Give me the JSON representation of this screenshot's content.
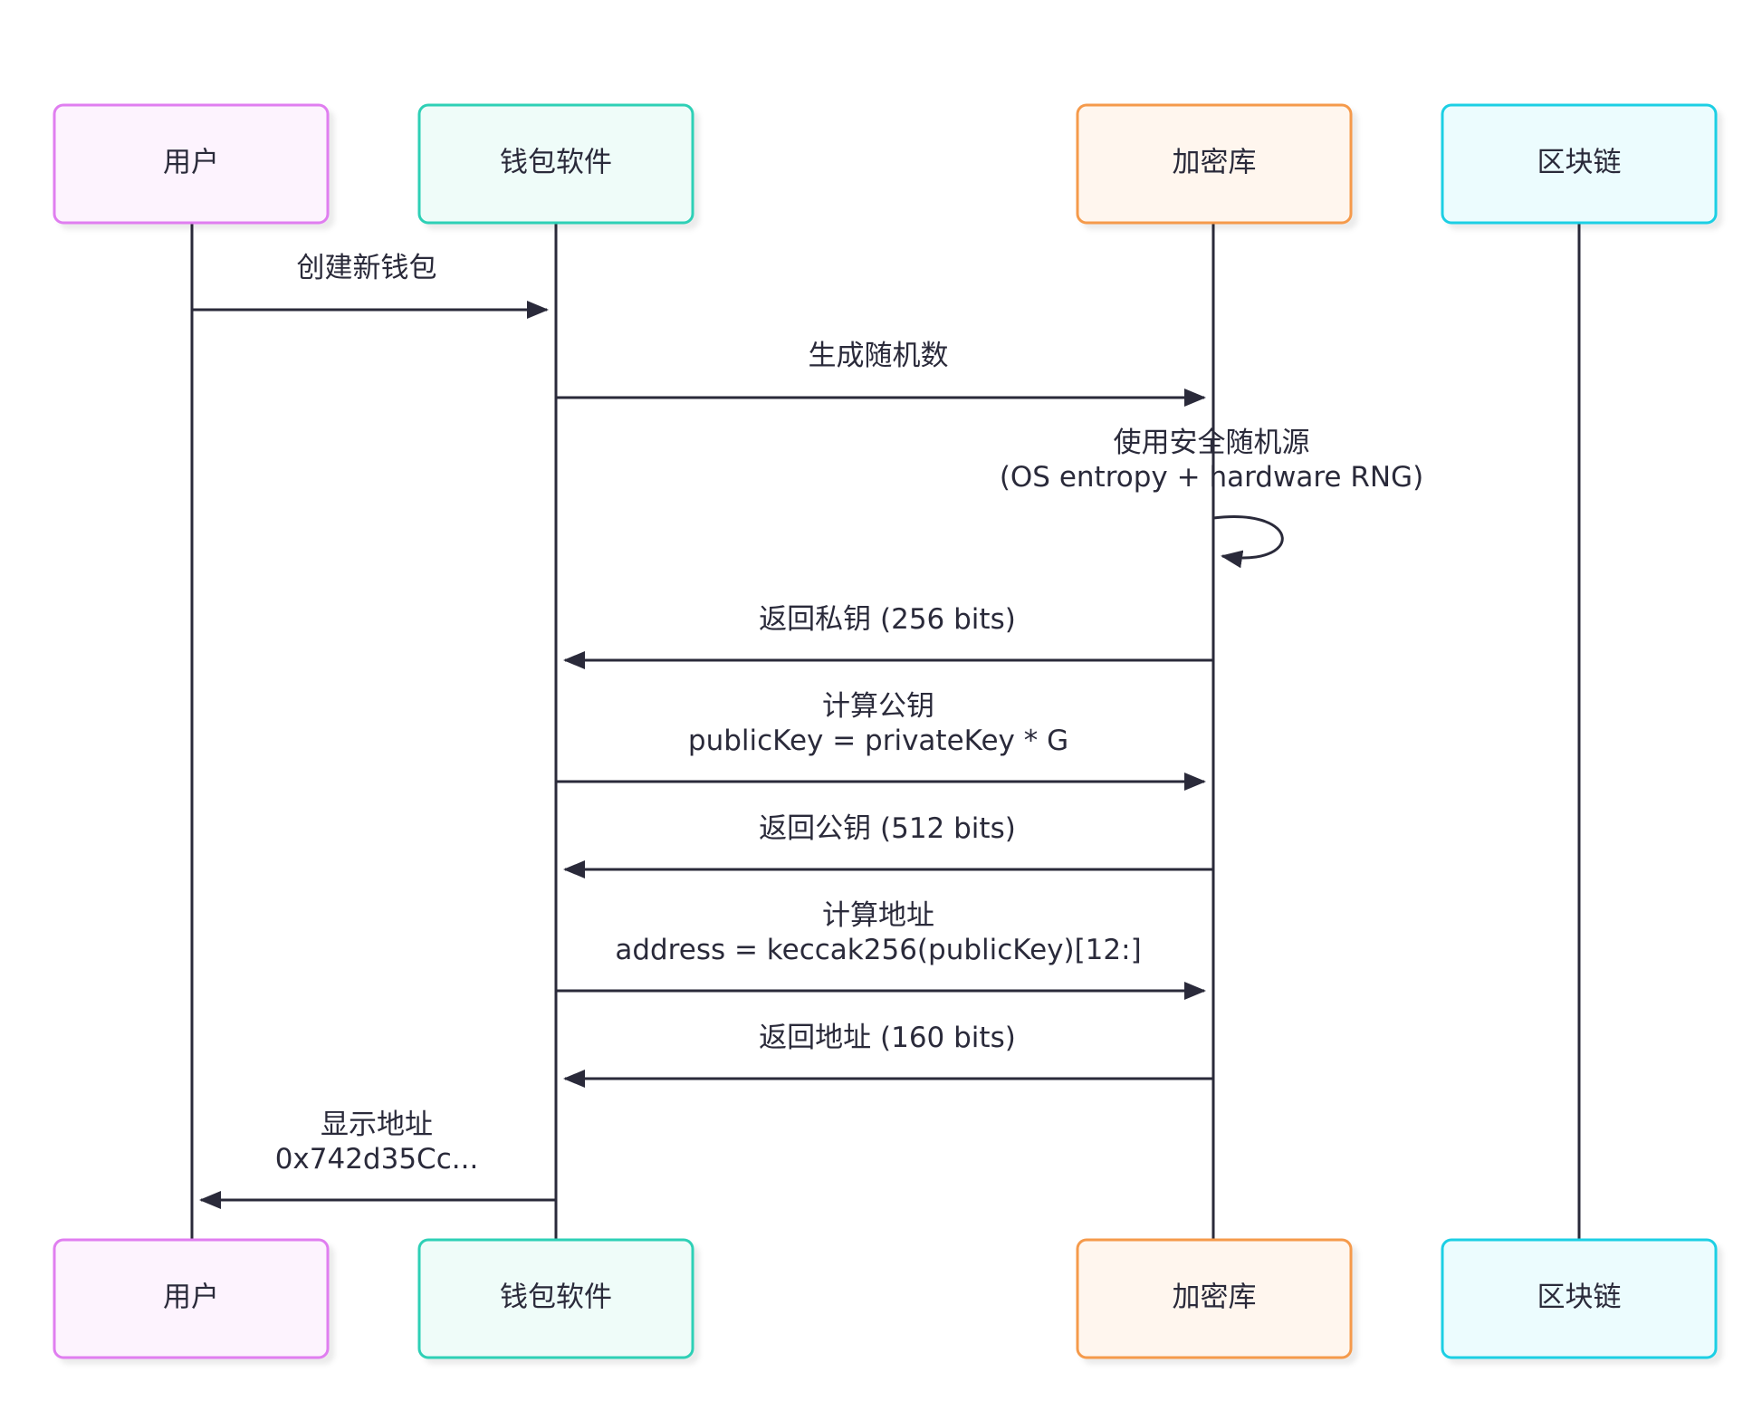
{
  "participants": [
    {
      "id": "user",
      "label": "用户",
      "stroke": "#e07ef0",
      "fill": "#fdf3fe"
    },
    {
      "id": "wallet",
      "label": "钱包软件",
      "stroke": "#2fd0b6",
      "fill": "#effcf9"
    },
    {
      "id": "crypto",
      "label": "加密库",
      "stroke": "#f59a4c",
      "fill": "#fff6ee"
    },
    {
      "id": "chain",
      "label": "区块链",
      "stroke": "#1fcfe4",
      "fill": "#ecfcfe"
    }
  ],
  "messages": [
    {
      "from": "user",
      "to": "wallet",
      "lines": [
        "创建新钱包"
      ]
    },
    {
      "from": "wallet",
      "to": "crypto",
      "lines": [
        "生成随机数"
      ]
    },
    {
      "from": "crypto",
      "to": "crypto",
      "lines": [
        "使用安全随机源",
        "(OS entropy + hardware RNG)"
      ]
    },
    {
      "from": "crypto",
      "to": "wallet",
      "lines": [
        "返回私钥 (256 bits)"
      ]
    },
    {
      "from": "wallet",
      "to": "crypto",
      "lines": [
        "计算公钥",
        "publicKey = privateKey * G"
      ]
    },
    {
      "from": "crypto",
      "to": "wallet",
      "lines": [
        "返回公钥 (512 bits)"
      ]
    },
    {
      "from": "wallet",
      "to": "crypto",
      "lines": [
        "计算地址",
        "address = keccak256(publicKey)[12:]"
      ]
    },
    {
      "from": "crypto",
      "to": "wallet",
      "lines": [
        "返回地址 (160 bits)"
      ]
    },
    {
      "from": "wallet",
      "to": "user",
      "lines": [
        "显示地址",
        "0x742d35Cc..."
      ]
    }
  ],
  "colors": {
    "line": "#2a2a3a",
    "arrow": "#2a2a3a"
  }
}
